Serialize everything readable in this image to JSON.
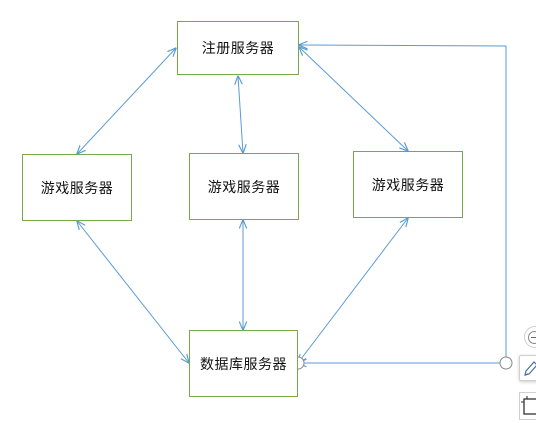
{
  "nodes": {
    "register": "注册服务器",
    "game_left": "游戏服务器",
    "game_mid": "游戏服务器",
    "game_right": "游戏服务器",
    "database": "数据库服务器"
  },
  "colors": {
    "node_border": "#77a84a",
    "connector": "#5b9bd5",
    "text": "#111111"
  },
  "connections": [
    {
      "from": "register",
      "to": "game_left",
      "type": "bidirectional"
    },
    {
      "from": "register",
      "to": "game_mid",
      "type": "bidirectional"
    },
    {
      "from": "register",
      "to": "game_right",
      "type": "bidirectional"
    },
    {
      "from": "game_left",
      "to": "database",
      "type": "bidirectional"
    },
    {
      "from": "game_mid",
      "to": "database",
      "type": "bidirectional"
    },
    {
      "from": "game_right",
      "to": "database",
      "type": "bidirectional"
    },
    {
      "from": "database",
      "to": "register",
      "type": "elbow-arrows-both-ends",
      "selected": true
    }
  ],
  "side_toolbar": {
    "icons": [
      "zoom-out-icon",
      "pen-icon",
      "frame-icon"
    ]
  }
}
